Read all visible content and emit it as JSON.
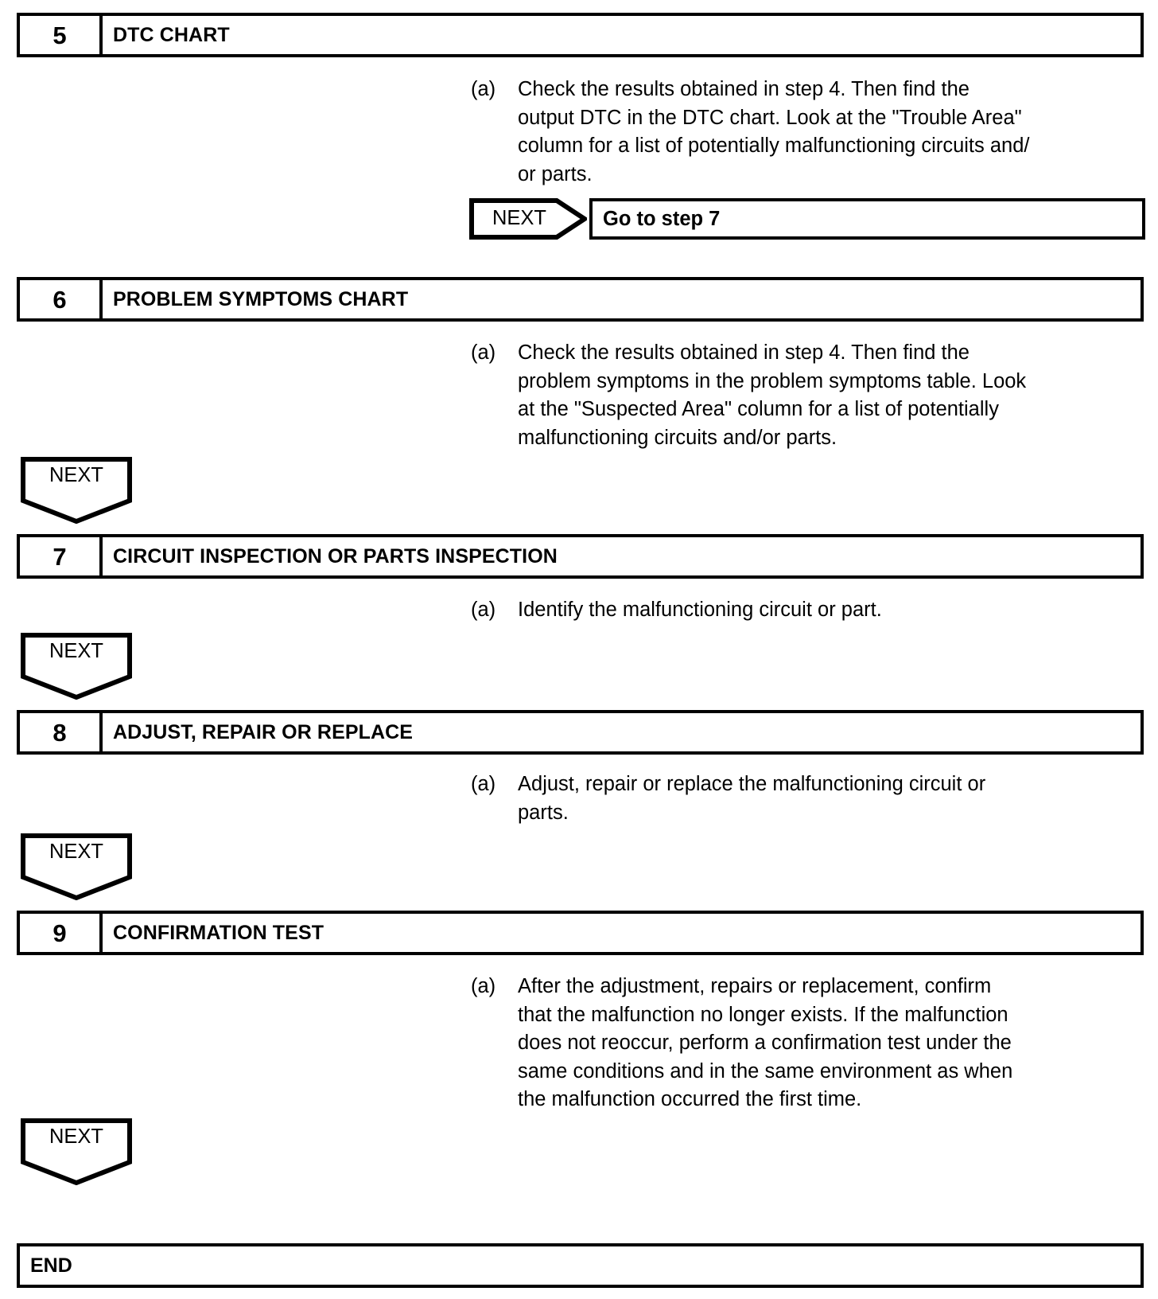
{
  "document": {
    "type": "troubleshooting-flowchart",
    "steps": [
      {
        "number": "5",
        "title": "DTC CHART",
        "items": [
          {
            "marker": "(a)",
            "text": "Check the results obtained in step 4. Then find the\noutput DTC in the DTC chart. Look at the \"Trouble Area\"\ncolumn for a list of potentially malfunctioning circuits and/\nor parts."
          }
        ],
        "connector": {
          "kind": "arrow-right",
          "label": "NEXT",
          "target_label": "Go to step 7"
        }
      },
      {
        "number": "6",
        "title": "PROBLEM SYMPTOMS CHART",
        "items": [
          {
            "marker": "(a)",
            "text": "Check the results obtained in step 4. Then find the\nproblem symptoms in the problem symptoms table. Look\nat the \"Suspected Area\" column for a list of potentially\nmalfunctioning circuits and/or parts."
          }
        ],
        "connector": {
          "kind": "arrow-down",
          "label": "NEXT"
        }
      },
      {
        "number": "7",
        "title": "CIRCUIT INSPECTION OR PARTS INSPECTION",
        "items": [
          {
            "marker": "(a)",
            "text": "Identify the malfunctioning circuit or part."
          }
        ],
        "connector": {
          "kind": "arrow-down",
          "label": "NEXT"
        }
      },
      {
        "number": "8",
        "title": "ADJUST, REPAIR OR REPLACE",
        "items": [
          {
            "marker": "(a)",
            "text": "Adjust, repair or replace the malfunctioning circuit or\nparts."
          }
        ],
        "connector": {
          "kind": "arrow-down",
          "label": "NEXT"
        }
      },
      {
        "number": "9",
        "title": "CONFIRMATION TEST",
        "items": [
          {
            "marker": "(a)",
            "text": "After the adjustment, repairs or replacement, confirm\nthat the malfunction no longer exists. If the malfunction\ndoes not reoccur, perform a confirmation test under the\nsame conditions and in the same environment as when\nthe malfunction occurred the first time."
          }
        ],
        "connector": {
          "kind": "arrow-down",
          "label": "NEXT"
        }
      }
    ],
    "end": {
      "label": "END"
    },
    "colors": {
      "ink": "#000000",
      "paper": "#ffffff"
    }
  }
}
